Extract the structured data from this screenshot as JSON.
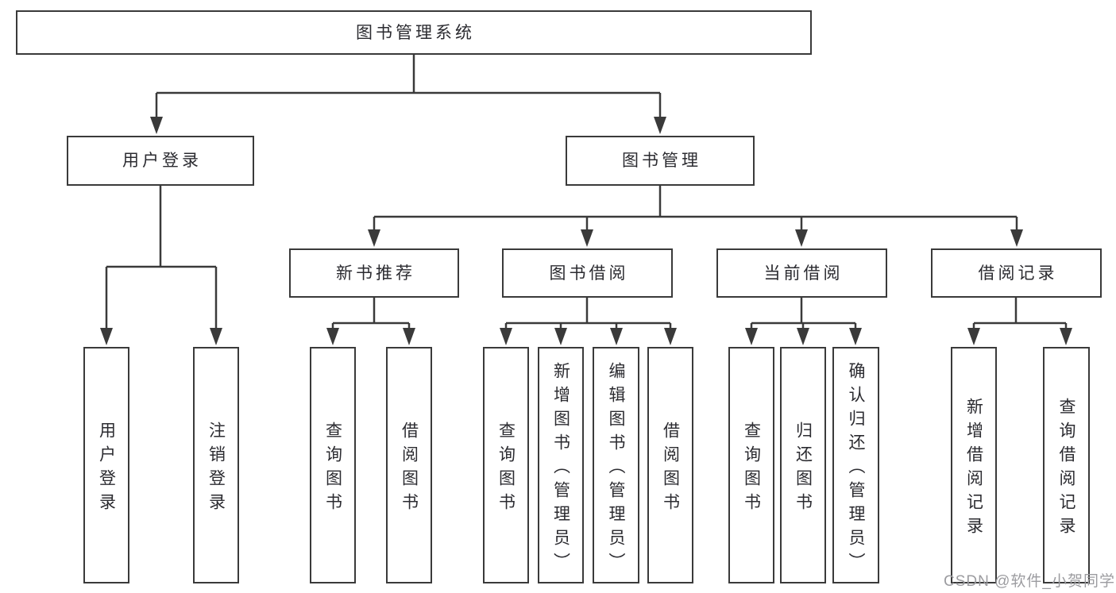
{
  "diagram": {
    "root": {
      "label": "图书管理系统"
    },
    "branches": [
      {
        "label": "用户登录",
        "children": [
          {
            "label": "用户登录"
          },
          {
            "label": "注销登录"
          }
        ]
      },
      {
        "label": "图书管理",
        "children": [
          {
            "label": "新书推荐",
            "children": [
              {
                "label": "查询图书"
              },
              {
                "label": "借阅图书"
              }
            ]
          },
          {
            "label": "图书借阅",
            "children": [
              {
                "label": "查询图书"
              },
              {
                "label": "新增图书（管理员）"
              },
              {
                "label": "编辑图书（管理员）"
              },
              {
                "label": "借阅图书"
              }
            ]
          },
          {
            "label": "当前借阅",
            "children": [
              {
                "label": "查询图书"
              },
              {
                "label": "归还图书"
              },
              {
                "label": "确认归还（管理员）"
              }
            ]
          },
          {
            "label": "借阅记录",
            "children": [
              {
                "label": "新增借阅记录"
              },
              {
                "label": "查询借阅记录"
              }
            ]
          }
        ]
      }
    ]
  },
  "watermark": {
    "text": "CSDN @软件_小贺同学"
  },
  "colors": {
    "line": "#3a3a3a",
    "text": "#2b2b30",
    "background": "#ffffff",
    "watermark": "#9c9ca0"
  }
}
